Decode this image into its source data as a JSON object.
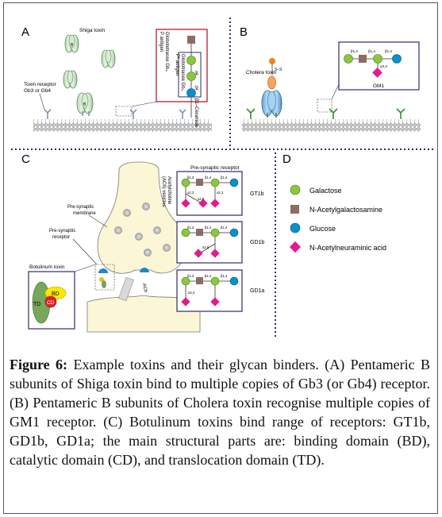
{
  "panels": {
    "A": {
      "letter": "A",
      "shiga_toxin": "Shiga toxin",
      "toxin_receptor_line1": "Toxin receptor",
      "toxin_receptor_line2": "Gb3 or Gb4",
      "pentamer_subunit": "B",
      "inset_text": [
        "Globotriaose Gb₃",
        "Pᵏ antigen",
        "Globotetraose Gb₄",
        "P antigen"
      ],
      "linkages": [
        "α4",
        "β3",
        "β4",
        "β1"
      ],
      "ceramide": "β1–Ceramide"
    },
    "B": {
      "letter": "B",
      "cholera_toxin": "Cholera toxin",
      "inset_label": "GM1",
      "linkages": [
        "β1,3",
        "β1,4",
        "β1,4",
        "α2,3"
      ],
      "disulfide": "S–S"
    },
    "C": {
      "letter": "C",
      "ach_vesicles_line1": "Acetylcholine",
      "ach_vesicles_line2": "(ACh) vesicles",
      "presyn_membrane_line1": "Pre-synaptic",
      "presyn_membrane_line2": "membrane",
      "presyn_receptor_line1": "Pre-synaptic",
      "presyn_receptor_line2": "receptor",
      "botulinum_toxin": "Botulinum toxin",
      "bd": "BD",
      "cd": "CD",
      "td": "TD",
      "ach": "ACh",
      "receptor_header": "Pre-synaptic receptor",
      "receptors": [
        {
          "name": "GT1b",
          "linkages": [
            "β1,3",
            "β1,4",
            "β1,4",
            "α2,3",
            "α2,8",
            "α2,3"
          ]
        },
        {
          "name": "GD1b",
          "linkages": [
            "β1,3",
            "β1,4",
            "β1,4",
            "α2,8"
          ]
        },
        {
          "name": "GD1a",
          "linkages": [
            "β1,3",
            "β1,4",
            "β1,4",
            "α2,3"
          ]
        }
      ]
    },
    "D": {
      "letter": "D",
      "legend": [
        {
          "shape": "circle",
          "color": "#8dc63f",
          "label": "Galactose"
        },
        {
          "shape": "square",
          "color": "#8c6d62",
          "label": "N-Acetylgalactosamine"
        },
        {
          "shape": "circle",
          "color": "#0a8fcf",
          "label": "Glucose"
        },
        {
          "shape": "diamond",
          "color": "#e5198d",
          "label": "N-Acetylneuraminic acid"
        }
      ]
    }
  },
  "caption": {
    "label": "Figure 6:",
    "text": " Example toxins and their glycan binders. (A) Pentameric B subunits of Shiga toxin bind to multiple copies of Gb3 (or Gb4) receptor. (B) Pentameric B subunits of Cholera toxin recognise multiple copies of GM1 receptor. (C) Botulinum toxins bind range of receptors: GT1b, GD1b, GD1a; the main structural parts are: binding domain (BD), catalytic domain (CD), and translocation domain (TD)."
  },
  "colors": {
    "galactose": "#8dc63f",
    "galnac": "#8c6d62",
    "glucose": "#0a8fcf",
    "sialic": "#e5198d",
    "panel_border_red": "#b01e2f",
    "panel_border_navy": "#2e2a6b",
    "divider": "#2e2a6b"
  }
}
